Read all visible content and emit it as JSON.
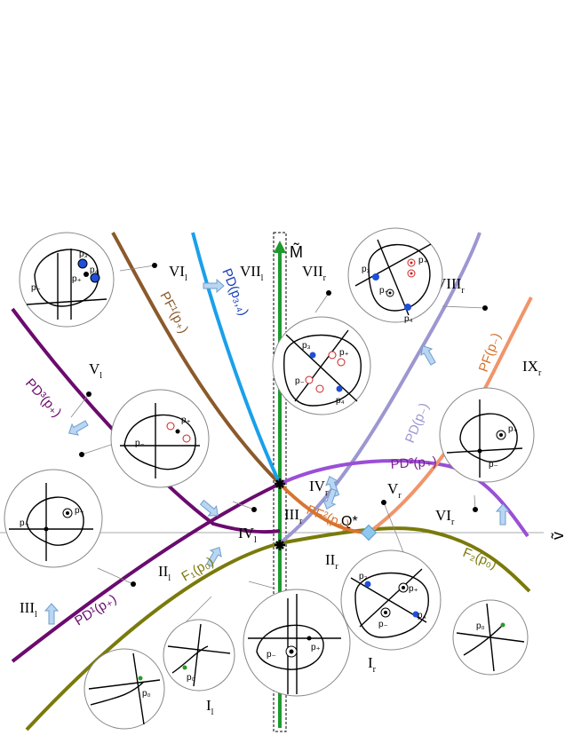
{
  "axes": {
    "m_label": "M̃",
    "v_label": "ṽ"
  },
  "regions": {
    "I_l": {
      "main": "I",
      "sub": "l"
    },
    "I_r": {
      "main": "I",
      "sub": "r"
    },
    "II_l": {
      "main": "II",
      "sub": "l"
    },
    "II_r": {
      "main": "II",
      "sub": "r"
    },
    "III_l": {
      "main": "III",
      "sub": "l"
    },
    "III_r": {
      "main": "III",
      "sub": "r"
    },
    "IV_l": {
      "main": "IV",
      "sub": "l"
    },
    "IV_r": {
      "main": "IV",
      "sub": "r"
    },
    "V_l": {
      "main": "V",
      "sub": "l"
    },
    "V_r": {
      "main": "V",
      "sub": "r"
    },
    "VI_l": {
      "main": "VI",
      "sub": "l"
    },
    "VI_r": {
      "main": "VI",
      "sub": "r"
    },
    "VII_l": {
      "main": "VII",
      "sub": "l"
    },
    "VII_r": {
      "main": "VII",
      "sub": "r"
    },
    "VIII_r": {
      "main": "VIII",
      "sub": "r"
    },
    "IX_r": {
      "main": "IX",
      "sub": "r"
    }
  },
  "curves": {
    "PD3": {
      "text": "PD³(p₊)",
      "color": "#6b0b6e"
    },
    "PF1": {
      "text": "PF¹(p₊)",
      "color": "#8b5a2b"
    },
    "PD34": {
      "text": "PD(p₃,₄)",
      "color": "#1a8fe6"
    },
    "PDm": {
      "text": "PD(p₋)",
      "color": "#9c97d0"
    },
    "PFm": {
      "text": "PF(p₋)",
      "color": "#f0956a"
    },
    "PD2": {
      "text": "PD²(p₊)",
      "color": "#9a4fd6"
    },
    "PF2": {
      "text": "PF²(p₊)",
      "color": "#d8742e"
    },
    "PD1": {
      "text": "PD¹(p₊)",
      "color": "#6b0b6e"
    },
    "F1": {
      "text": "F₁(p₀)",
      "color": "#7a7a0c"
    },
    "F2": {
      "text": "F₂(p₀)",
      "color": "#7a7a0c"
    }
  },
  "point_labels": {
    "q_star": "Q*",
    "p_plus": "p₊",
    "p_minus": "p₋",
    "p0": "p₀",
    "p3": "p₃",
    "p4": "p₄"
  },
  "colors": {
    "m_axis": "#1f9a2e",
    "arrow_fill": "#b9d6f2",
    "arrow_stroke": "#6f9fcc",
    "q_star": "#8ec8ee",
    "node_blue": "#1f4fd8",
    "node_red": "#cc2222",
    "node_green": "#2a9a2a"
  },
  "icons": [
    "bifurcation-arrow-icon",
    "star-point-icon",
    "diamond-point-icon"
  ]
}
